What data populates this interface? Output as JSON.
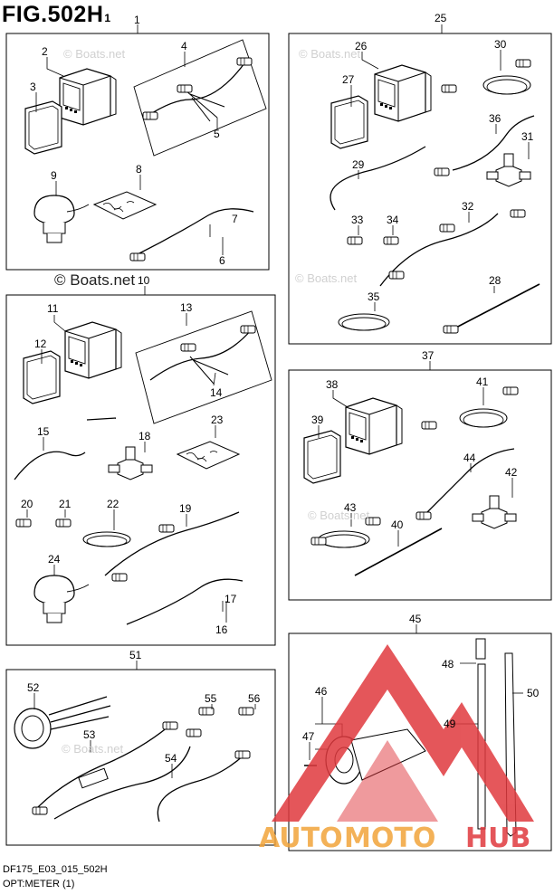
{
  "figure": {
    "title": "FIG.502H",
    "title_suffix": "1",
    "code": "DF175_E03_015_502H",
    "subtitle": "OPT:METER (1)"
  },
  "watermarks": {
    "main": "© Boats.net",
    "faint": "© Boats.net",
    "brand_left": "AUTO",
    "brand_mid": "MOTO",
    "brand_right": "HUB"
  },
  "callouts": {
    "g1": "1",
    "g10": "10",
    "g25": "25",
    "g37": "37",
    "g45": "45",
    "g51": "51",
    "p2": "2",
    "p3": "3",
    "p4": "4",
    "p5": "5",
    "p6": "6",
    "p7": "7",
    "p8": "8",
    "p9": "9",
    "p11": "11",
    "p12": "12",
    "p13": "13",
    "p14": "14",
    "p15": "15",
    "p16": "16",
    "p17": "17",
    "p18": "18",
    "p19": "19",
    "p20": "20",
    "p21": "21",
    "p22": "22",
    "p23": "23",
    "p24": "24",
    "p26": "26",
    "p27": "27",
    "p28": "28",
    "p29": "29",
    "p30": "30",
    "p31": "31",
    "p32": "32",
    "p33": "33",
    "p34": "34",
    "p35": "35",
    "p36": "36",
    "p38": "38",
    "p39": "39",
    "p40": "40",
    "p41": "41",
    "p42": "42",
    "p43": "43",
    "p44": "44",
    "p46": "46",
    "p47": "47",
    "p48": "48",
    "p49": "49",
    "p50": "50",
    "p52": "52",
    "p53": "53",
    "p54": "54",
    "p55": "55",
    "p56": "56"
  },
  "colors": {
    "brand_red": "#e0393e",
    "brand_orange": "#f2a43a",
    "line": "#000000"
  }
}
